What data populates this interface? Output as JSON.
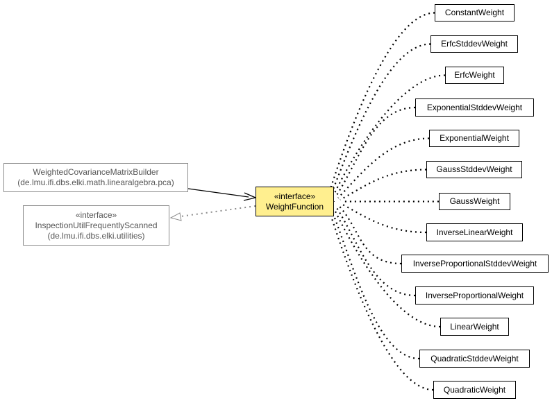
{
  "target": {
    "stereotype": "«interface»",
    "name": "WeightFunction",
    "fill": "#ffef8f"
  },
  "builder": {
    "name": "WeightedCovarianceMatrixBuilder",
    "package": "(de.lmu.ifi.dbs.elki.math.linearalgebra.pca)"
  },
  "scanned": {
    "stereotype": "«interface»",
    "name": "InspectionUtilFrequentlyScanned",
    "package": "(de.lmu.ifi.dbs.elki.utilities)"
  },
  "implementations": [
    {
      "name": "ConstantWeight"
    },
    {
      "name": "ErfcStddevWeight"
    },
    {
      "name": "ErfcWeight"
    },
    {
      "name": "ExponentialStddevWeight"
    },
    {
      "name": "ExponentialWeight"
    },
    {
      "name": "GaussStddevWeight"
    },
    {
      "name": "GaussWeight"
    },
    {
      "name": "InverseLinearWeight"
    },
    {
      "name": "InverseProportionalStddevWeight"
    },
    {
      "name": "InverseProportionalWeight"
    },
    {
      "name": "LinearWeight"
    },
    {
      "name": "QuadraticStddevWeight"
    },
    {
      "name": "QuadraticWeight"
    }
  ]
}
